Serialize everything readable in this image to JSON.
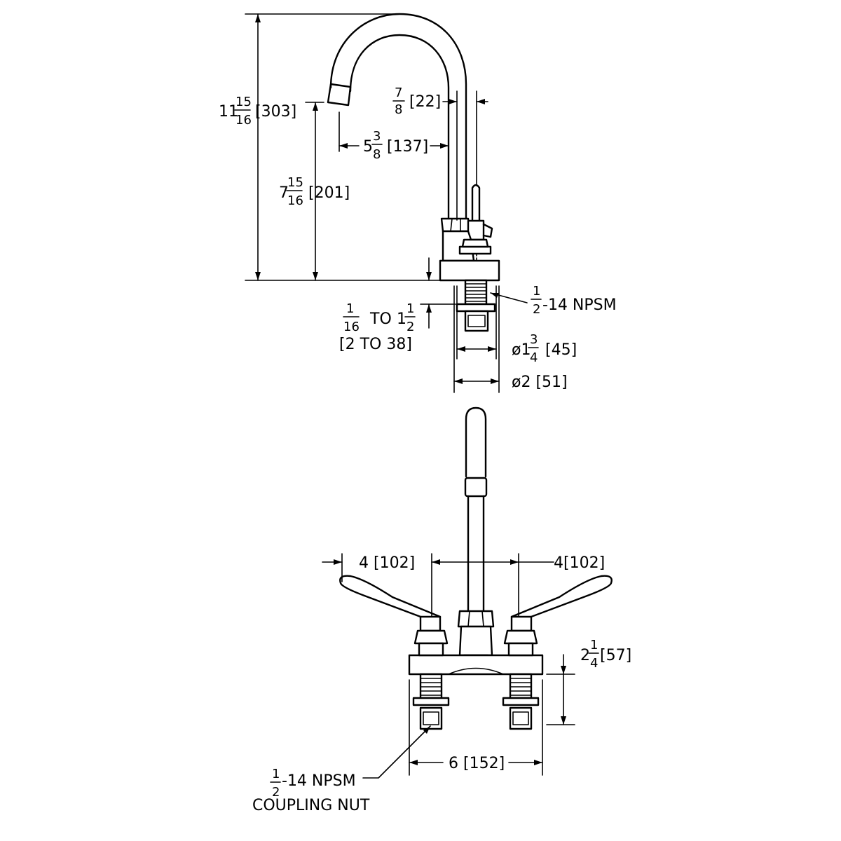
{
  "dimensions": {
    "overall_height": {
      "whole": "11",
      "num": "15",
      "den": "16",
      "metric": "[303]"
    },
    "spout_height": {
      "whole": "7",
      "num": "15",
      "den": "16",
      "metric": "[201]"
    },
    "spout_reach": {
      "whole": "5",
      "num": "3",
      "den": "8",
      "metric": "[137]"
    },
    "spout_dia": {
      "num": "7",
      "den": "8",
      "metric": "[22]"
    },
    "thread_top": {
      "num": "1",
      "den": "2",
      "rest": "-14 NPSM"
    },
    "deck_range": {
      "num1": "1",
      "den1": "16",
      "mid": "TO",
      "whole2": "1",
      "num2": "1",
      "den2": "2",
      "metric": "[2 TO 38]"
    },
    "dia_inner": {
      "prefix": "ø1",
      "num": "3",
      "den": "4",
      "metric": "[45]"
    },
    "dia_outer": {
      "text": "ø2 [51]"
    },
    "handle_left": {
      "text": "4 [102]"
    },
    "handle_right": {
      "text": "4[102]"
    },
    "shank_height": {
      "whole": "2",
      "num": "1",
      "den": "4",
      "metric": "[57]"
    },
    "centers": {
      "text": "6 [152]"
    },
    "thread_bottom": {
      "num": "1",
      "den": "2",
      "rest": "-14 NPSM",
      "line2": "COUPLING NUT"
    }
  }
}
